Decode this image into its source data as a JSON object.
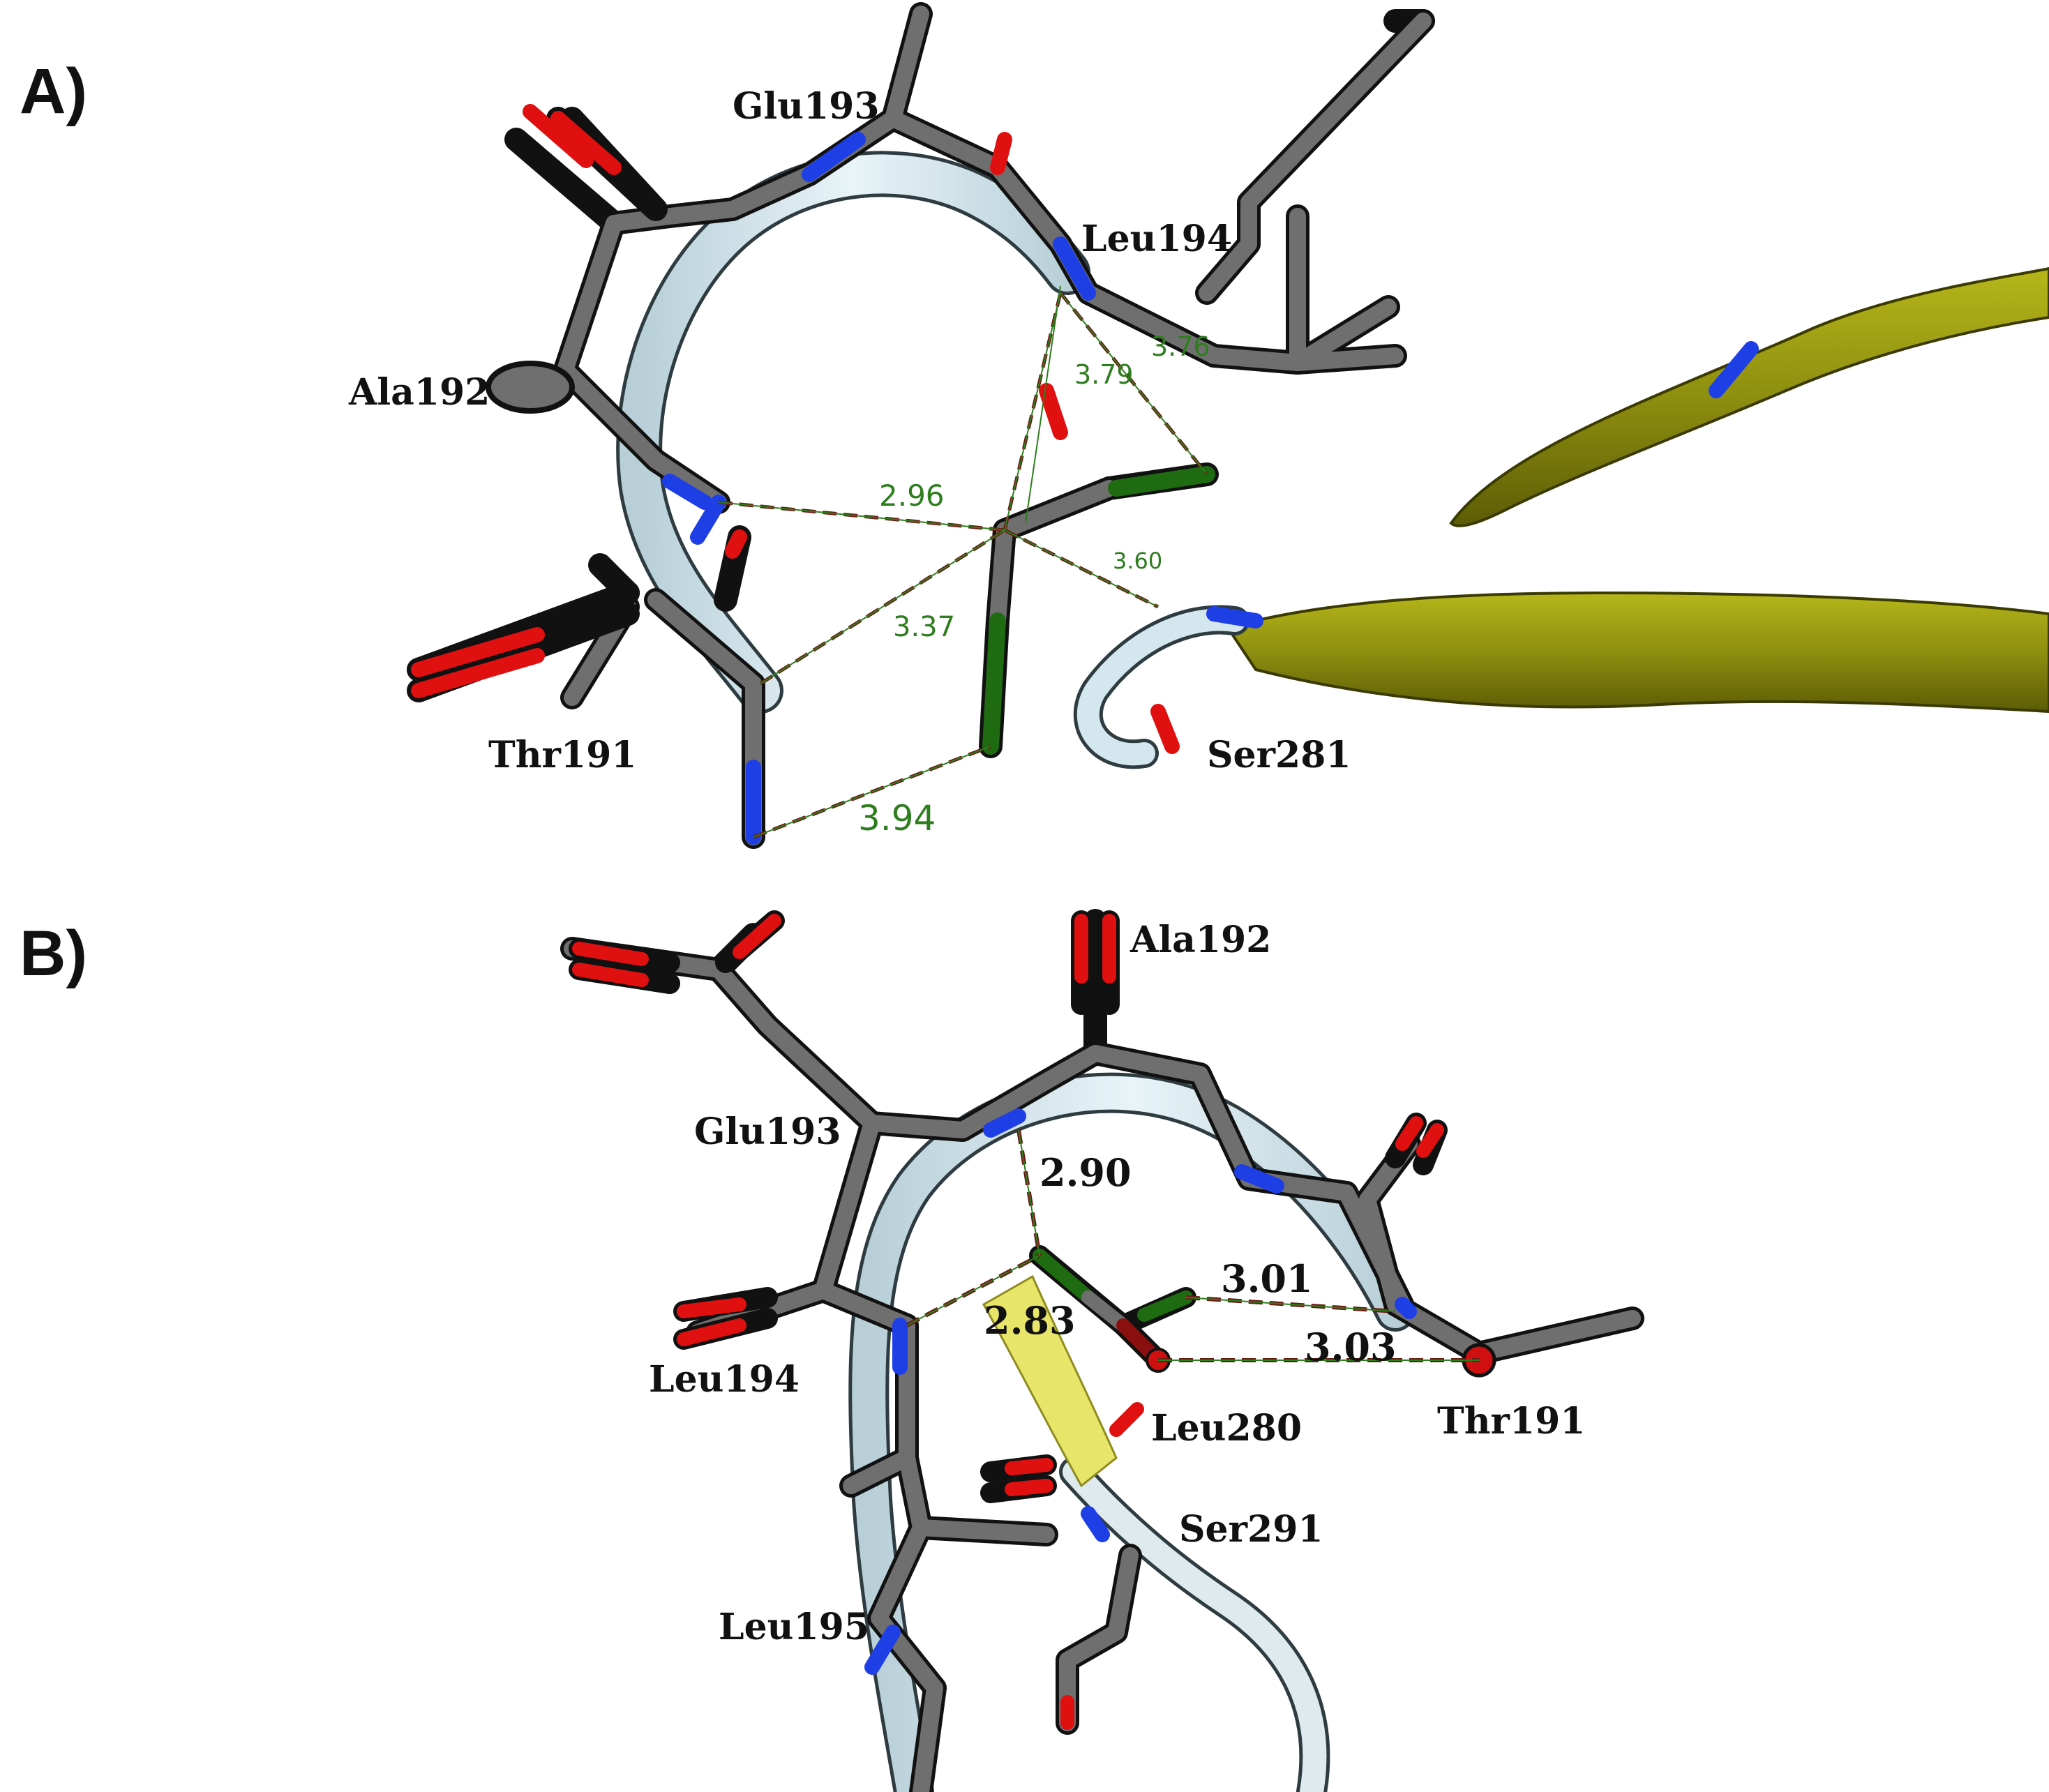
{
  "panels": [
    {
      "label": "A)",
      "residues": [
        "Glu193",
        "Leu194",
        "Ala192",
        "Thr191",
        "Ser281"
      ],
      "distances": [
        "2.96",
        "3.37",
        "3.94",
        "3.79",
        "3.76",
        "3.60"
      ]
    },
    {
      "label": "B)",
      "residues": [
        "Ala192",
        "Glu193",
        "Leu194",
        "Leu280",
        "Thr191",
        "Ser291",
        "Leu195"
      ],
      "distances": [
        "2.90",
        "2.83",
        "3.01",
        "3.03"
      ]
    }
  ],
  "colors": {
    "carbon": "#6f6f6f",
    "nitrogen": "#1f3fe6",
    "oxygen": "#e01010",
    "ligand": "#1f6b12",
    "ribbon_loop": "#d5e7ee",
    "ribbon_strand": "#8f8f10",
    "contact_line": "#6b1a14",
    "distance_text": "#2e7d1e"
  }
}
